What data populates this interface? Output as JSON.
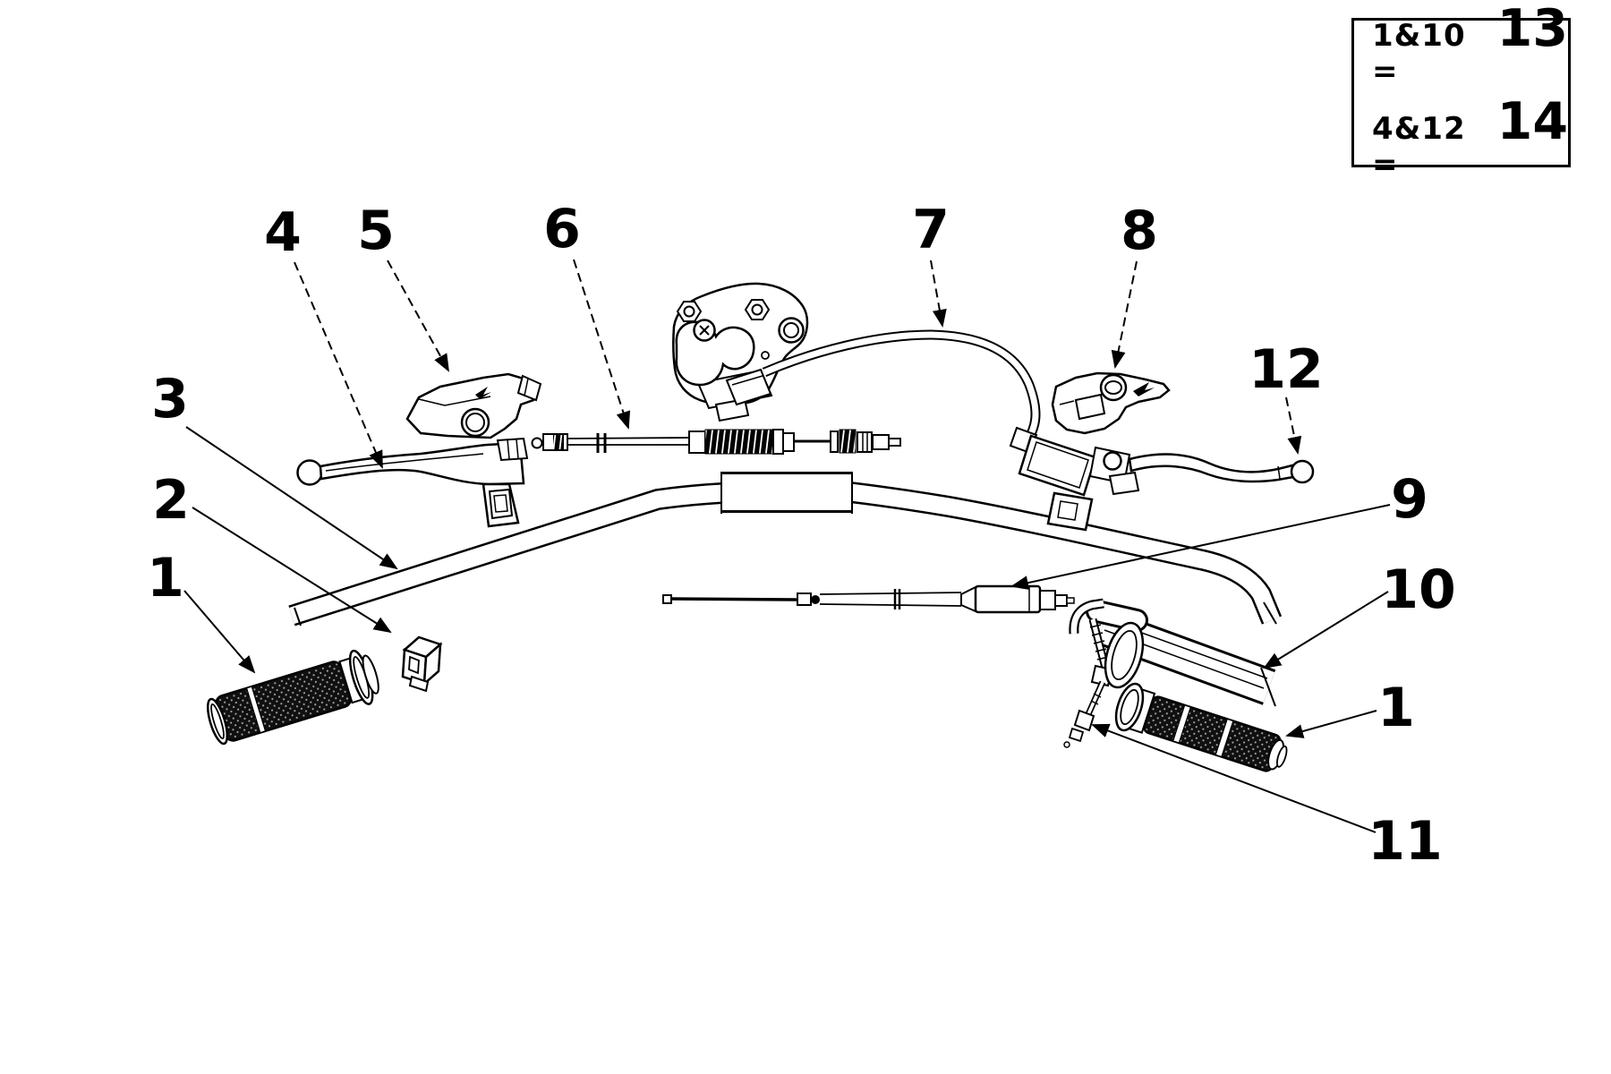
{
  "legend": {
    "rows": [
      {
        "label": "1&10 =",
        "value": "13"
      },
      {
        "label": "4&12 =",
        "value": "14"
      }
    ]
  },
  "callouts": [
    {
      "label": "4"
    },
    {
      "label": "5"
    },
    {
      "label": "6"
    },
    {
      "label": "7"
    },
    {
      "label": "8"
    },
    {
      "label": "12"
    },
    {
      "label": "3"
    },
    {
      "label": "2"
    },
    {
      "label": "1"
    },
    {
      "label": "9"
    },
    {
      "label": "10"
    },
    {
      "label": "1"
    },
    {
      "label": "11"
    }
  ],
  "colors": {
    "ink": "#000000",
    "background": "#ffffff"
  }
}
